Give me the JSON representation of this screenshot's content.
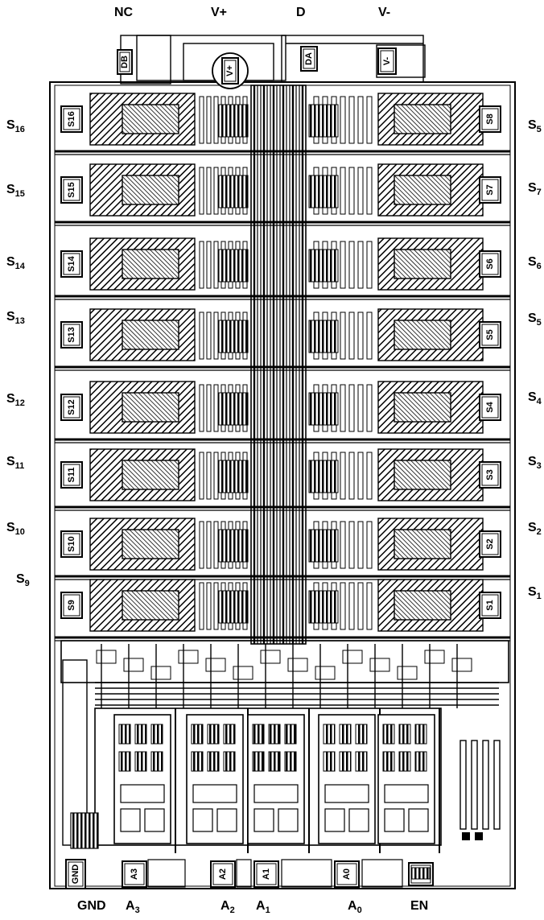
{
  "top_pins": [
    {
      "id": "nc",
      "text": "NC"
    },
    {
      "id": "vplus",
      "text": "V+"
    },
    {
      "id": "d",
      "text": "D"
    },
    {
      "id": "vminus",
      "text": "V-"
    }
  ],
  "left_pins": [
    {
      "base": "S",
      "sub": "16"
    },
    {
      "base": "S",
      "sub": "15"
    },
    {
      "base": "S",
      "sub": "14"
    },
    {
      "base": "S",
      "sub": "13"
    },
    {
      "base": "S",
      "sub": "12"
    },
    {
      "base": "S",
      "sub": "11"
    },
    {
      "base": "S",
      "sub": "10"
    },
    {
      "base": "S",
      "sub": "9"
    }
  ],
  "right_pins": [
    {
      "base": "S",
      "sub": "5"
    },
    {
      "base": "S",
      "sub": "7"
    },
    {
      "base": "S",
      "sub": "6"
    },
    {
      "base": "S",
      "sub": "5"
    },
    {
      "base": "S",
      "sub": "4"
    },
    {
      "base": "S",
      "sub": "3"
    },
    {
      "base": "S",
      "sub": "2"
    },
    {
      "base": "S",
      "sub": "1"
    }
  ],
  "bottom_pins": [
    {
      "base": "GND",
      "sub": ""
    },
    {
      "base": "A",
      "sub": "3"
    },
    {
      "base": "A",
      "sub": "2"
    },
    {
      "base": "A",
      "sub": "1"
    },
    {
      "base": "A",
      "sub": "0"
    },
    {
      "base": "EN",
      "sub": ""
    }
  ],
  "die_pads": {
    "top": [
      "DB",
      "V+",
      "DA",
      "V-"
    ],
    "left": [
      "S16",
      "S15",
      "S14",
      "S13",
      "S12",
      "S11",
      "S10",
      "S9"
    ],
    "right": [
      "S8",
      "S7",
      "S6",
      "S5",
      "S4",
      "S3",
      "S2",
      "S1"
    ],
    "bottom": [
      "GND",
      "A3",
      "A2",
      "A1",
      "A0"
    ]
  }
}
